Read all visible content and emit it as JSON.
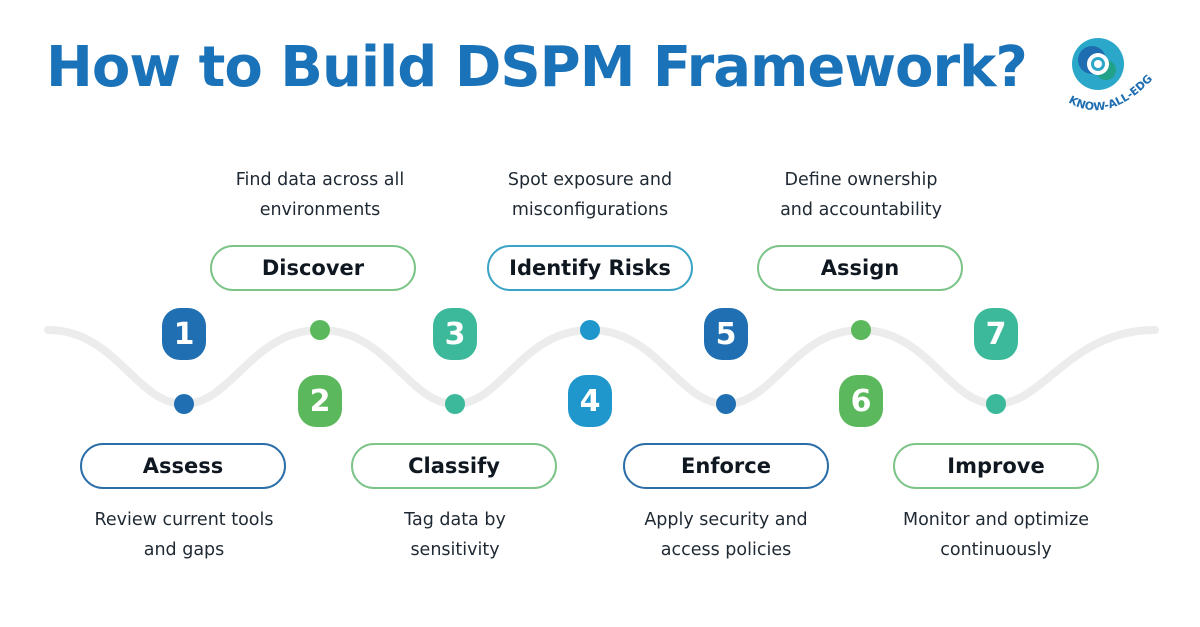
{
  "title": "How to Build DSPM Framework?",
  "logo": {
    "text": "KNOW-ALL-EDGE"
  },
  "colors": {
    "title": "#1a72b9",
    "dark_blue": "#1f6fb2",
    "green": "#5cb85c",
    "teal": "#3cb89a",
    "cyan": "#1f97cc",
    "wave": "#ececec"
  },
  "steps": [
    {
      "number": "1",
      "label": "Assess",
      "description": [
        "Review current tools",
        "and gaps"
      ]
    },
    {
      "number": "2",
      "label": "Discover",
      "description": [
        "Find data across all",
        "environments"
      ]
    },
    {
      "number": "3",
      "label": "Classify",
      "description": [
        "Tag data by",
        "sensitivity"
      ]
    },
    {
      "number": "4",
      "label": "Identify Risks",
      "description": [
        "Spot exposure and",
        "misconfigurations"
      ]
    },
    {
      "number": "5",
      "label": "Enforce",
      "description": [
        "Apply security and",
        "access policies"
      ]
    },
    {
      "number": "6",
      "label": "Assign",
      "description": [
        "Define ownership",
        "and accountability"
      ]
    },
    {
      "number": "7",
      "label": "Improve",
      "description": [
        "Monitor and optimize",
        "continuously"
      ]
    }
  ]
}
